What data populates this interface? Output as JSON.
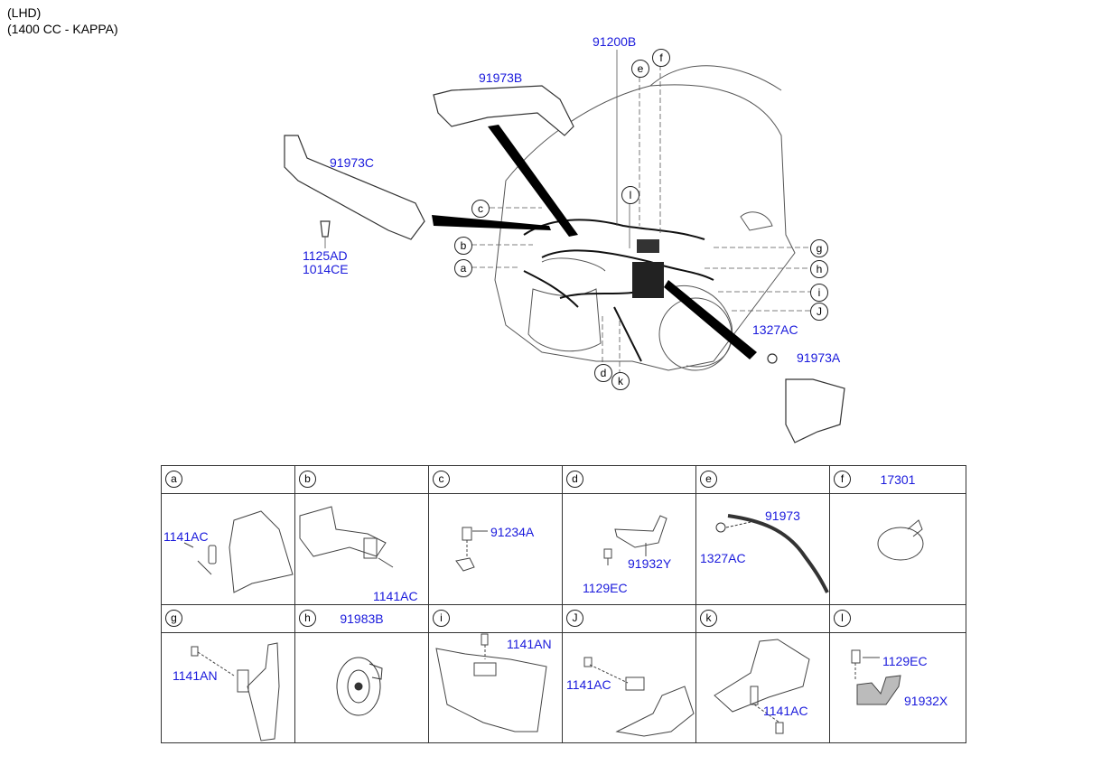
{
  "header": {
    "line1": "(LHD)",
    "line2": "(1400 CC - KAPPA)"
  },
  "main_labels": {
    "l91200B": "91200B",
    "l91973B": "91973B",
    "l91973C": "91973C",
    "l1125AD": "1125AD",
    "l1014CE": "1014CE",
    "l1327AC": "1327AC",
    "l91973A": "91973A"
  },
  "callouts": {
    "a": "a",
    "b": "b",
    "c": "c",
    "d": "d",
    "e": "e",
    "f": "f",
    "g": "g",
    "h": "h",
    "i": "i",
    "J": "J",
    "k": "k",
    "l": "l"
  },
  "cells": [
    {
      "letter": "a",
      "part": "",
      "labels": [
        "1141AC"
      ]
    },
    {
      "letter": "b",
      "part": "",
      "labels": [
        "1141AC"
      ]
    },
    {
      "letter": "c",
      "part": "",
      "labels": [
        "91234A"
      ]
    },
    {
      "letter": "d",
      "part": "",
      "labels": [
        "91932Y",
        "1129EC"
      ]
    },
    {
      "letter": "e",
      "part": "",
      "labels": [
        "91973",
        "1327AC"
      ]
    },
    {
      "letter": "f",
      "part": "17301",
      "labels": []
    },
    {
      "letter": "g",
      "part": "",
      "labels": [
        "1141AN"
      ]
    },
    {
      "letter": "h",
      "part": "91983B",
      "labels": []
    },
    {
      "letter": "i",
      "part": "",
      "labels": [
        "1141AN"
      ]
    },
    {
      "letter": "J",
      "part": "",
      "labels": [
        "1141AC"
      ]
    },
    {
      "letter": "k",
      "part": "",
      "labels": [
        "1141AC"
      ]
    },
    {
      "letter": "l",
      "part": "",
      "labels": [
        "1129EC",
        "91932X"
      ]
    }
  ],
  "colors": {
    "label_blue": "#1a1adc",
    "line": "#222222"
  }
}
